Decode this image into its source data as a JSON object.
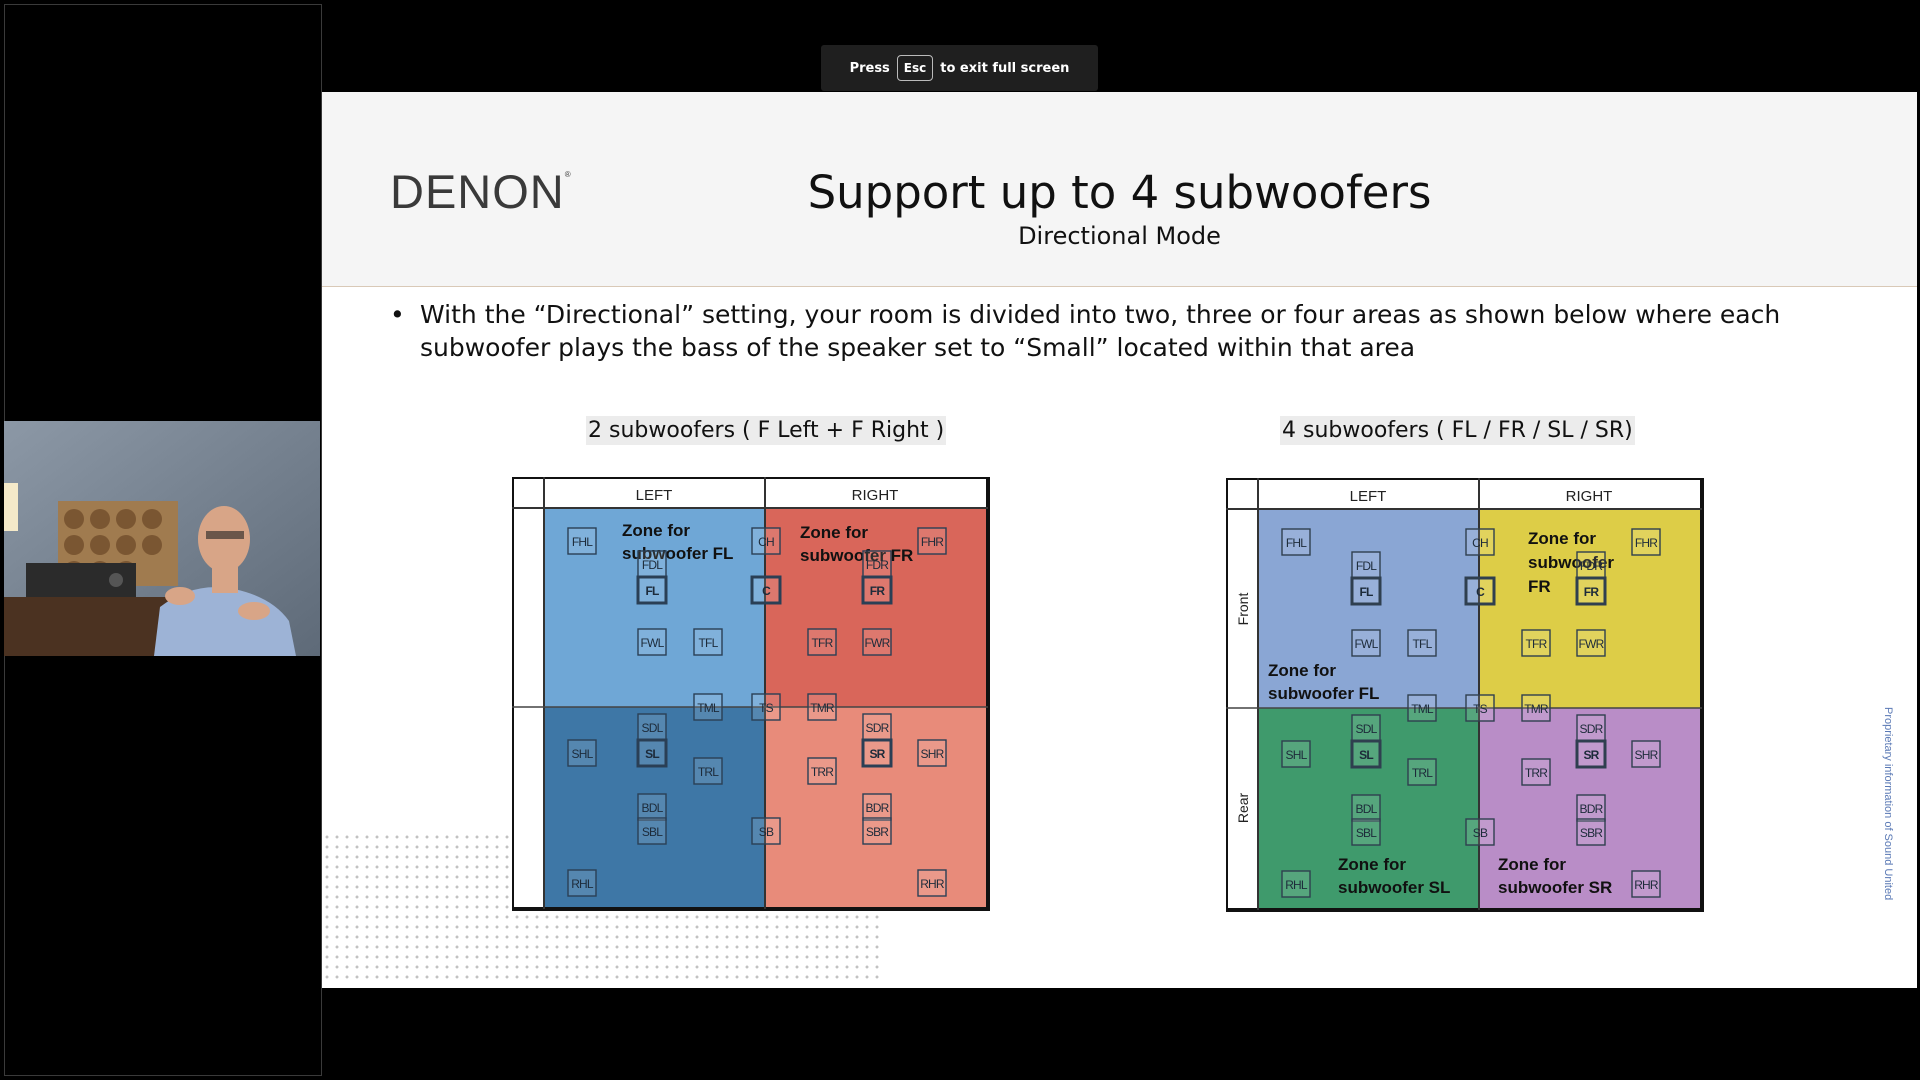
{
  "banner": {
    "press": "Press",
    "key": "Esc",
    "exit": "to exit full screen"
  },
  "slide": {
    "logo": "DENON",
    "title": "Support up to 4 subwoofers",
    "subtitle": "Directional Mode",
    "bullet": "With the “Directional” setting, your room is divided into two, three or four areas as shown below where each subwoofer plays the bass of the speaker set to “Small” located within that area",
    "proprietary": "Proprietary information of Sound United"
  },
  "diagram_left": {
    "label": "2 subwoofers ( F Left + F Right )",
    "col_left": "LEFT",
    "col_right": "RIGHT",
    "zone_fl_line1": "Zone for",
    "zone_fl_line2": "subwoofer FL",
    "zone_fr_line1": "Zone for",
    "zone_fr_line2": "subwoofer FR",
    "colors": {
      "top_left": "#6fa7d6",
      "bottom_left": "#3e77a6",
      "top_right": "#d9665a",
      "bottom_right": "#e88b7a"
    }
  },
  "diagram_right": {
    "label": "4 subwoofers ( FL / FR / SL / SR)",
    "col_left": "LEFT",
    "col_right": "RIGHT",
    "row_front": "Front",
    "row_rear": "Rear",
    "zone_fl_line1": "Zone for",
    "zone_fl_line2": "subwoofer FL",
    "zone_fr_line1": "Zone for",
    "zone_fr_line2": "subwoofer",
    "zone_fr_line3": "FR",
    "zone_sl_line1": "Zone for",
    "zone_sl_line2": "subwoofer SL",
    "zone_sr_line1": "Zone for",
    "zone_sr_line2": "subwoofer SR",
    "colors": {
      "fl": "#8aa6d4",
      "fr": "#ddcd47",
      "sl": "#3f9a6c",
      "sr": "#b98dc7"
    }
  },
  "speakers": {
    "FHL": "FHL",
    "FHR": "FHR",
    "CH": "CH",
    "FDL": "FDL",
    "FDR": "FDR",
    "FL": "FL",
    "FR": "FR",
    "C": "C",
    "FWL": "FWL",
    "TFL": "TFL",
    "TFR": "TFR",
    "FWR": "FWR",
    "TML": "TML",
    "TS": "TS",
    "TMR": "TMR",
    "SDL": "SDL",
    "SDR": "SDR",
    "SHL": "SHL",
    "SL": "SL",
    "SR": "SR",
    "SHR": "SHR",
    "TRL": "TRL",
    "TRR": "TRR",
    "BDL": "BDL",
    "BDR": "BDR",
    "SBL": "SBL",
    "SBR": "SBR",
    "SB": "SB",
    "RHL": "RHL",
    "RHR": "RHR"
  }
}
